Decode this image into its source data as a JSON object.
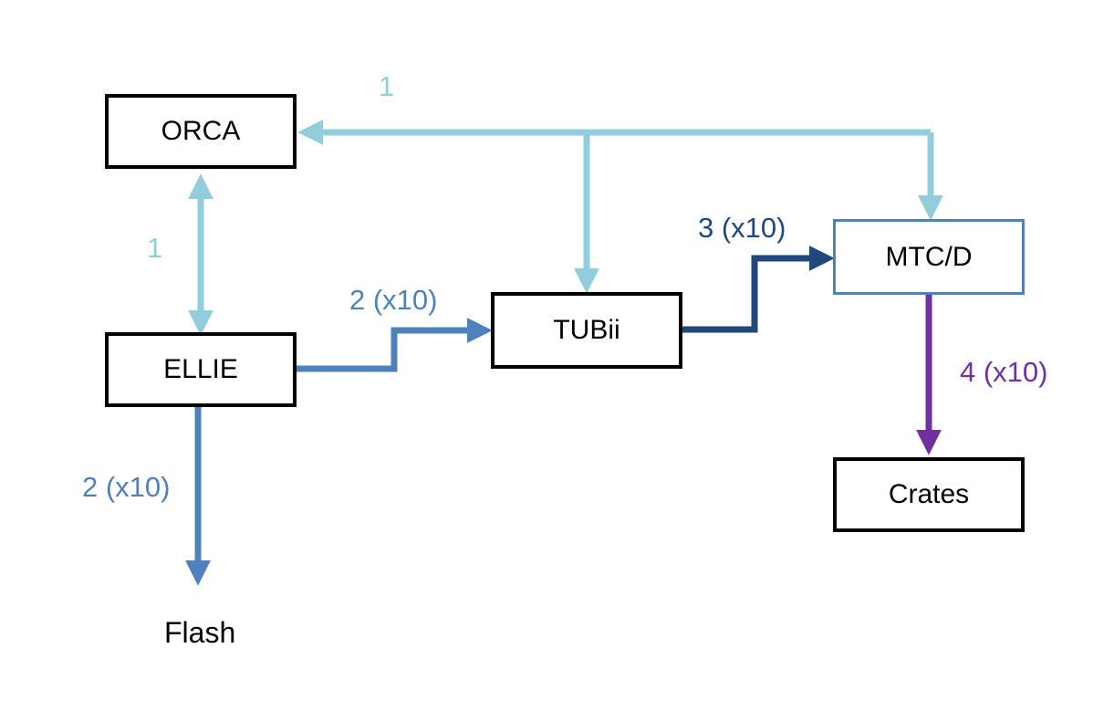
{
  "nodes": {
    "orca": "ORCA",
    "ellie": "ELLIE",
    "tubii": "TUBii",
    "mtcd": "MTC/D",
    "crates": "Crates",
    "flash": "Flash"
  },
  "links": {
    "orca_broadcast": "1",
    "orca_ellie": "1",
    "ellie_tubii": "2 (x10)",
    "ellie_flash": "2 (x10)",
    "tubii_mtcd": "3 (x10)",
    "mtcd_crates": "4 (x10)"
  },
  "colors": {
    "link_1": "#92cddc",
    "link_2": "#4f81bd",
    "link_3": "#1f497d",
    "link_4": "#7030a0",
    "box_border": "#000000",
    "mtcd_border": "#4f81bd"
  }
}
